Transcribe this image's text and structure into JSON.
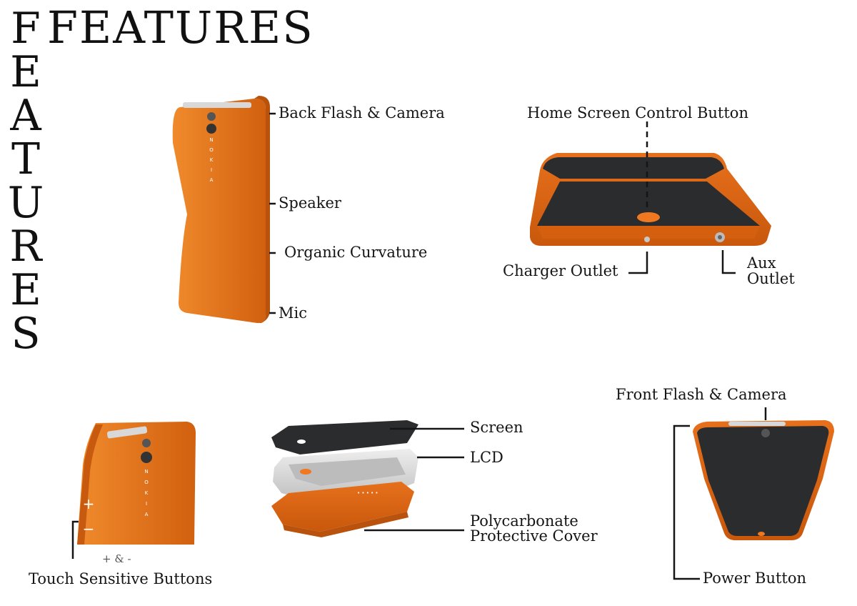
{
  "title": {
    "horizontal": "FEATURES",
    "vertical": [
      "F",
      "E",
      "A",
      "T",
      "U",
      "R",
      "E",
      "S"
    ]
  },
  "labels": {
    "back_flash": "Back Flash & Camera",
    "speaker": "Speaker",
    "organic": "Organic Curvature",
    "mic": "Mic",
    "home_button": "Home Screen Control Button",
    "charger": "Charger Outlet",
    "aux_line1": "Aux",
    "aux_line2": "Outlet",
    "screen": "Screen",
    "lcd": "LCD",
    "poly_line1": "Polycarbonate",
    "poly_line2": "Protective Cover",
    "front_flash": "Front Flash & Camera",
    "power": "Power Button",
    "plus_minus": "+ & -",
    "touch": "Touch Sensitive Buttons"
  },
  "logo_text": "NOKIA",
  "colors": {
    "orange": "#e8701a",
    "orange_dark": "#b8520c",
    "screen": "#2b2c2e",
    "silver": "#d9d9d9",
    "ink": "#151515"
  }
}
